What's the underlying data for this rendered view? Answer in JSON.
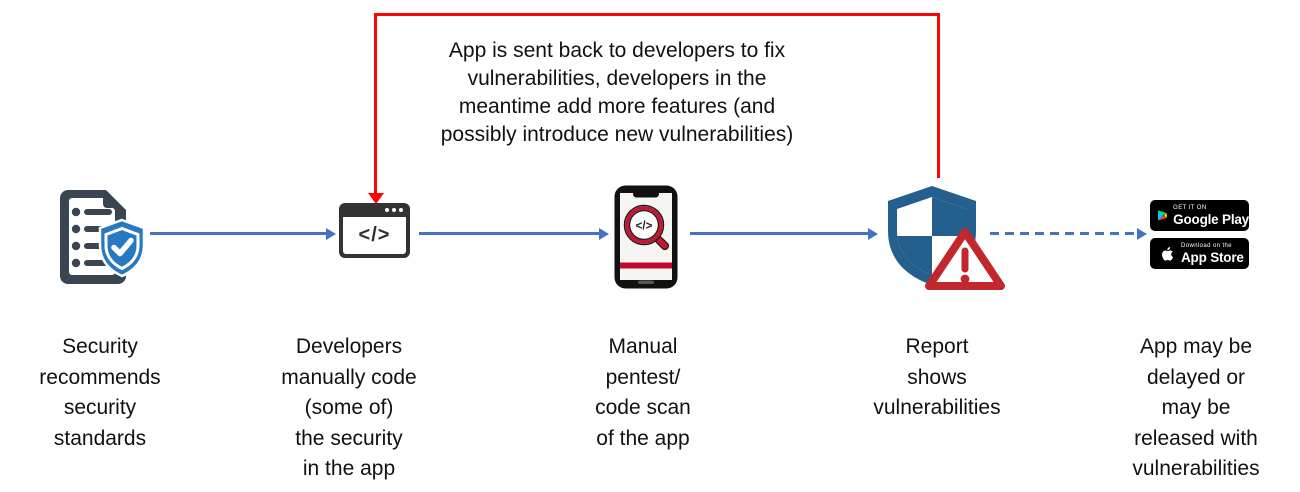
{
  "feedback_note": {
    "text": "App is sent back to developers to fix vulnerabilities, developers in the meantime add more features (and possibly introduce new vulnerabilities)",
    "lines": [
      "App is sent back to developers to fix",
      "vulnerabilities, developers in the",
      "meantime add more features (and",
      "possibly introduce new vulnerabilities)"
    ]
  },
  "steps": [
    {
      "id": "security-standards",
      "icon": "document-shield-check-icon",
      "text": "Security recommends security standards",
      "lines": [
        "Security",
        "recommends",
        "security",
        "standards"
      ]
    },
    {
      "id": "developers-code",
      "icon": "code-window-icon",
      "text": "Developers manually code (some of) the security in the app",
      "lines": [
        "Developers",
        "manually code",
        "(some of)",
        "the security",
        "in the app"
      ]
    },
    {
      "id": "manual-pentest",
      "icon": "phone-code-scan-icon",
      "text": "Manual pentest/ code scan of the app",
      "lines": [
        "Manual",
        "pentest/",
        "code scan",
        "of the app"
      ]
    },
    {
      "id": "report-vulnerabilities",
      "icon": "shield-warning-icon",
      "text": "Report shows vulnerabilities",
      "lines": [
        "Report",
        "shows",
        "vulnerabilities"
      ]
    },
    {
      "id": "release",
      "icon": "store-badges",
      "text": "App may be delayed or may be released with vulnerabilities",
      "lines": [
        "App may be",
        "delayed or",
        "may be",
        "released with",
        "vulnerabilities"
      ]
    }
  ],
  "badges": {
    "google_play": {
      "tagline": "GET IT ON",
      "name": "Google Play"
    },
    "app_store": {
      "tagline": "Download on the",
      "name": "App Store"
    }
  },
  "icons": {
    "code_window_glyph": "</>",
    "magnifier_glyph": "</>"
  },
  "colors": {
    "flow_arrow_blue": "#4472C4",
    "feedback_red": "#FE0400",
    "document_dark": "#3A4551",
    "check_shield_blue": "#2879BF",
    "report_shield_blue": "#255F8D",
    "warning_red": "#C1272D",
    "phone_accent_red": "#C01933",
    "badge_background": "#000000",
    "text": "#111111"
  }
}
